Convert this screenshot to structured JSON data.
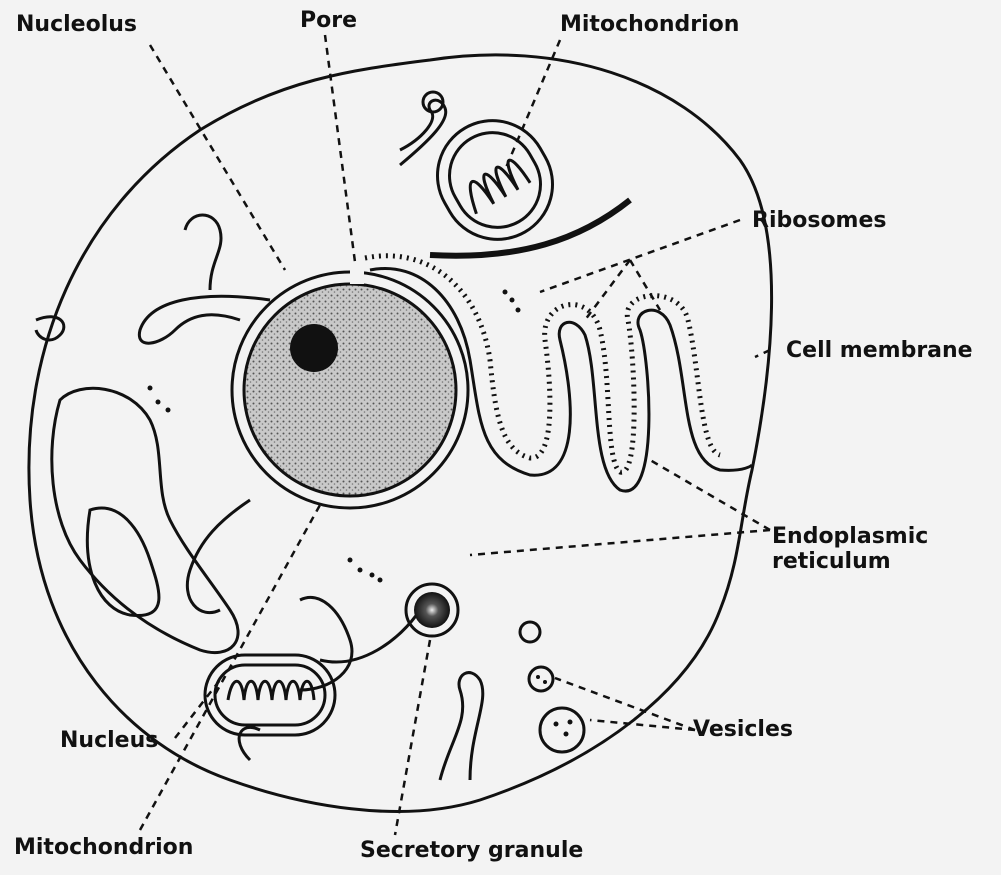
{
  "diagram": {
    "labels": {
      "nucleolus": "Nucleolus",
      "pore": "Pore",
      "mitochondrion_top": "Mitochondrion",
      "ribosomes": "Ribosomes",
      "cell_membrane": "Cell membrane",
      "endoplasmic_reticulum_line1": "Endoplasmic",
      "endoplasmic_reticulum_line2": "reticulum",
      "vesicles": "Vesicles",
      "secretory_granule": "Secretory granule",
      "mitochondrion_bottom": "Mitochondrion",
      "nucleus": "Nucleus"
    },
    "colors": {
      "background": "#f3f3f3",
      "ink": "#111111",
      "nucleoplasm": "#bdbdbd"
    }
  }
}
